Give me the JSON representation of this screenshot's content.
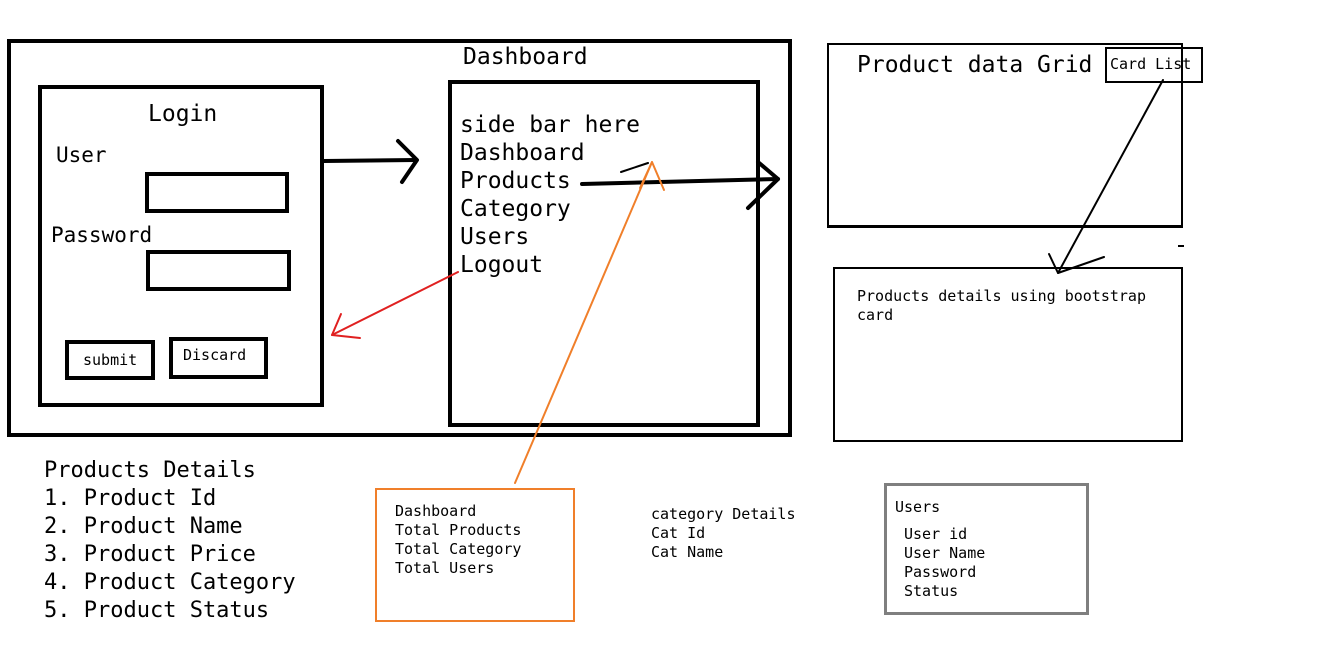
{
  "colors": {
    "ink": "#000000",
    "red_arrow": "#e02020",
    "orange_arrow": "#f07f2a",
    "gray_box": "#7f7f7f"
  },
  "dashboard": {
    "title": "Dashboard",
    "sidebar": {
      "items": [
        "side bar here",
        "Dashboard",
        "Products",
        "Category",
        "Users",
        "Logout"
      ]
    }
  },
  "login": {
    "title": "Login",
    "user_label": "User",
    "password_label": "Password",
    "submit_label": "submit",
    "discard_label": "Discard"
  },
  "product_grid": {
    "title": "Product data Grid",
    "card_list_label": "Card List"
  },
  "product_card": {
    "lines": [
      "Products details using bootstrap",
      "card"
    ]
  },
  "products_details": {
    "lines": [
      "Products Details",
      "1. Product Id",
      "2. Product Name",
      "3. Product Price",
      "4. Product Category",
      "5. Product Status"
    ]
  },
  "dashboard_details": {
    "lines": [
      "Dashboard",
      "Total Products",
      "Total Category",
      "Total Users"
    ]
  },
  "category_details": {
    "lines": [
      "category Details",
      "Cat Id",
      "Cat Name"
    ]
  },
  "users_details": {
    "title": "Users",
    "lines": [
      "User id",
      "User Name",
      "Password",
      "Status"
    ]
  }
}
